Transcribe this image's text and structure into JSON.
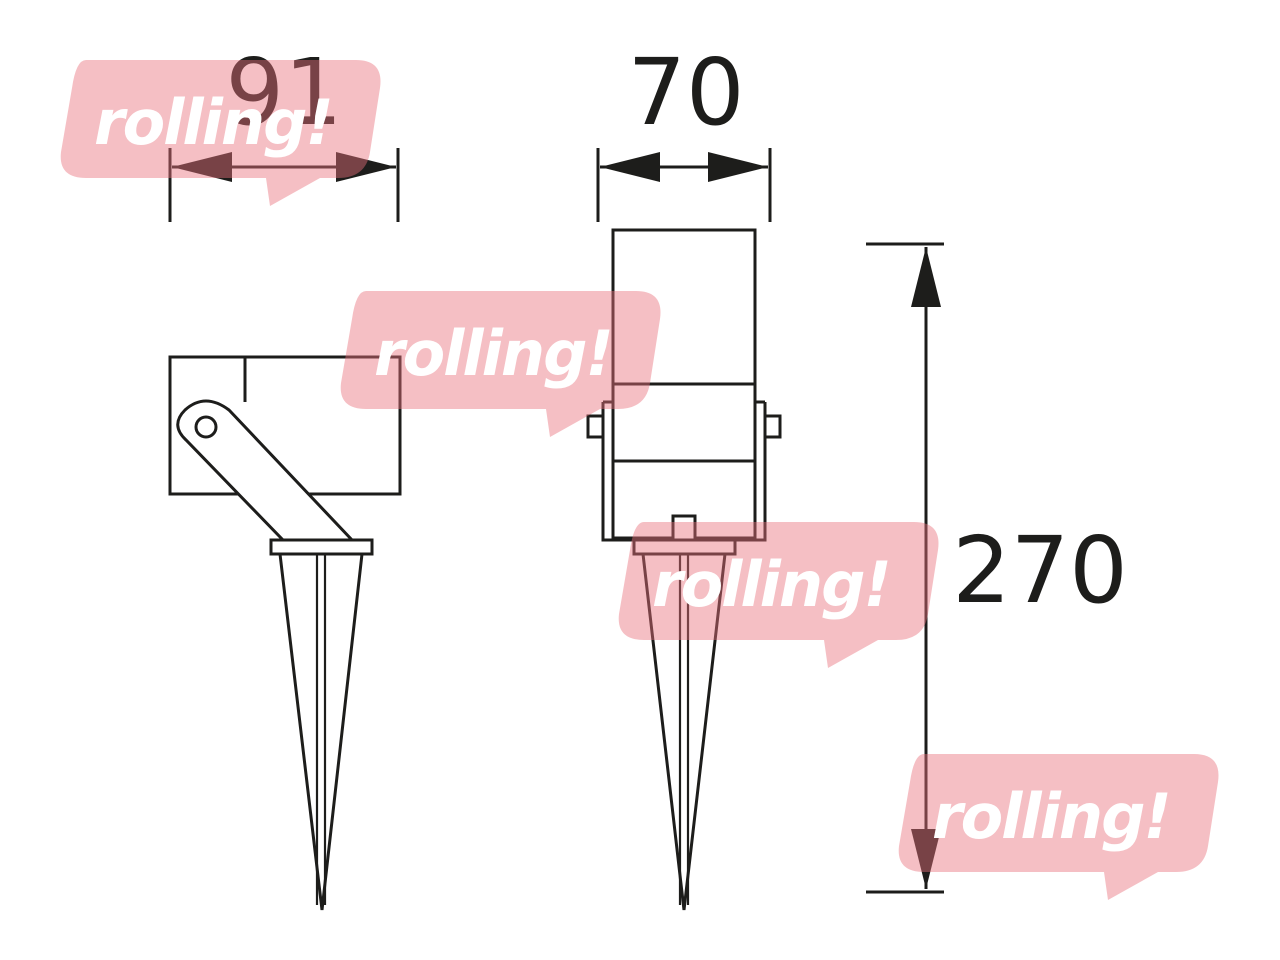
{
  "dimensions": {
    "side_width": "91",
    "front_width": "70",
    "height": "270"
  },
  "watermark": {
    "text": "rolling!",
    "color": "#e8707c"
  },
  "colors": {
    "line": "#1d1d1b",
    "background": "#ffffff"
  }
}
